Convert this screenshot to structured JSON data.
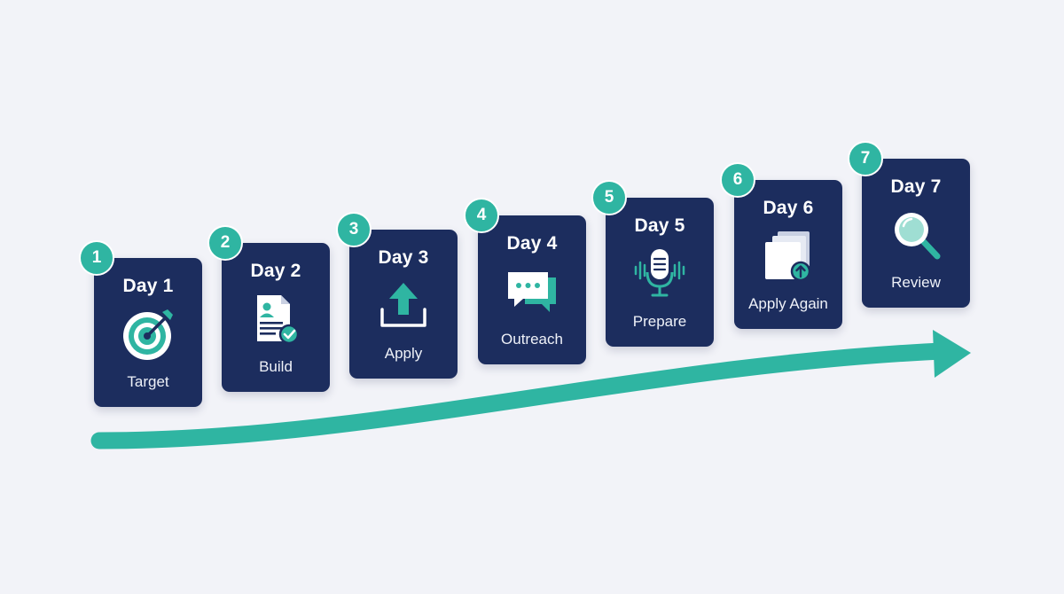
{
  "steps": [
    {
      "number": "1",
      "day": "Day 1",
      "label": "Target",
      "icon": "target-icon"
    },
    {
      "number": "2",
      "day": "Day 2",
      "label": "Build",
      "icon": "resume-icon"
    },
    {
      "number": "3",
      "day": "Day 3",
      "label": "Apply",
      "icon": "upload-icon"
    },
    {
      "number": "4",
      "day": "Day 4",
      "label": "Outreach",
      "icon": "chat-icon"
    },
    {
      "number": "5",
      "day": "Day 5",
      "label": "Prepare",
      "icon": "microphone-icon"
    },
    {
      "number": "6",
      "day": "Day 6",
      "label": "Apply Again",
      "icon": "stacked-documents-upload-icon"
    },
    {
      "number": "7",
      "day": "Day 7",
      "label": "Review",
      "icon": "magnifier-icon"
    }
  ],
  "colors": {
    "background": "#f2f3f8",
    "card": "#1c2d5e",
    "accent": "#2fb5a2",
    "text": "#ffffff"
  }
}
